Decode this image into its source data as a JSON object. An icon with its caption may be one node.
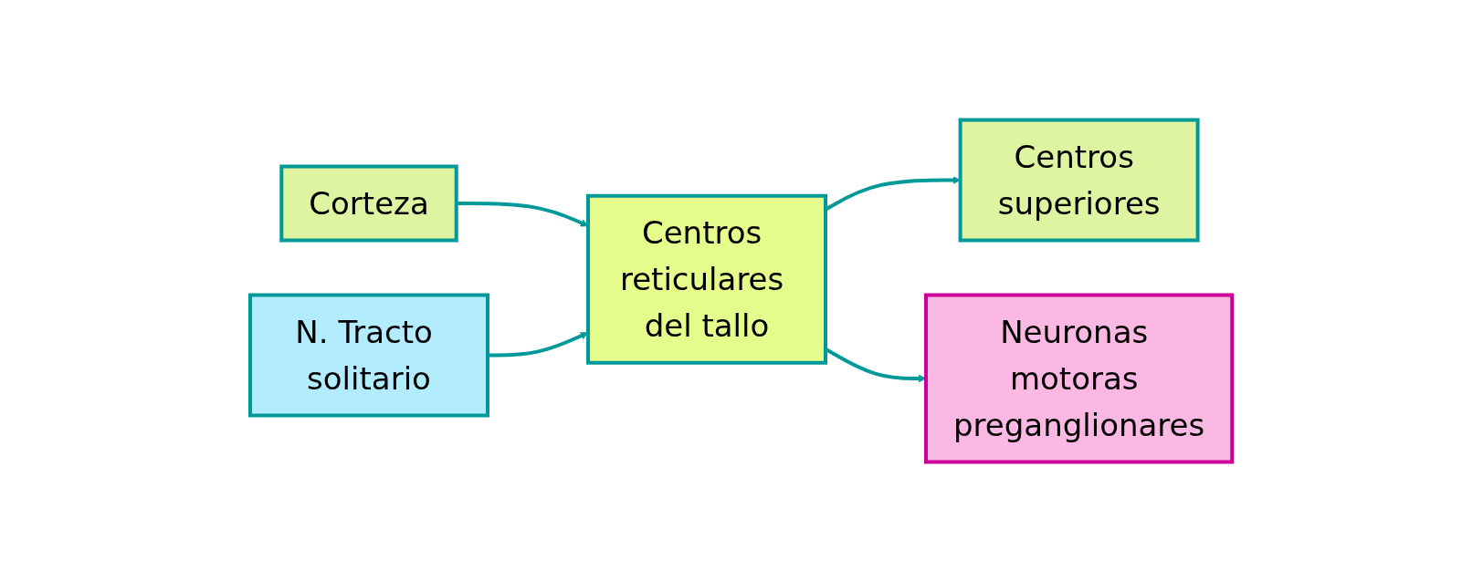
{
  "diagram": {
    "nodes": [
      {
        "text": [
          "Corteza"
        ]
      },
      {
        "text": [
          "Centros reticulares del tallo"
        ]
      },
      {
        "text": [
          "Centros superiores"
        ]
      },
      {
        "text": [
          "N. Tracto solitario"
        ]
      },
      {
        "text": [
          "Neuronas motoras preganglionares"
        ]
      }
    ],
    "edges": [
      {
        "from": 0,
        "to": 1,
        "arrow": "to"
      },
      {
        "from": 3,
        "to": 1,
        "arrow": "to"
      },
      {
        "from": 1,
        "to": 2,
        "arrow": "to"
      },
      {
        "from": 1,
        "to": 4,
        "arrow": "to"
      }
    ]
  }
}
